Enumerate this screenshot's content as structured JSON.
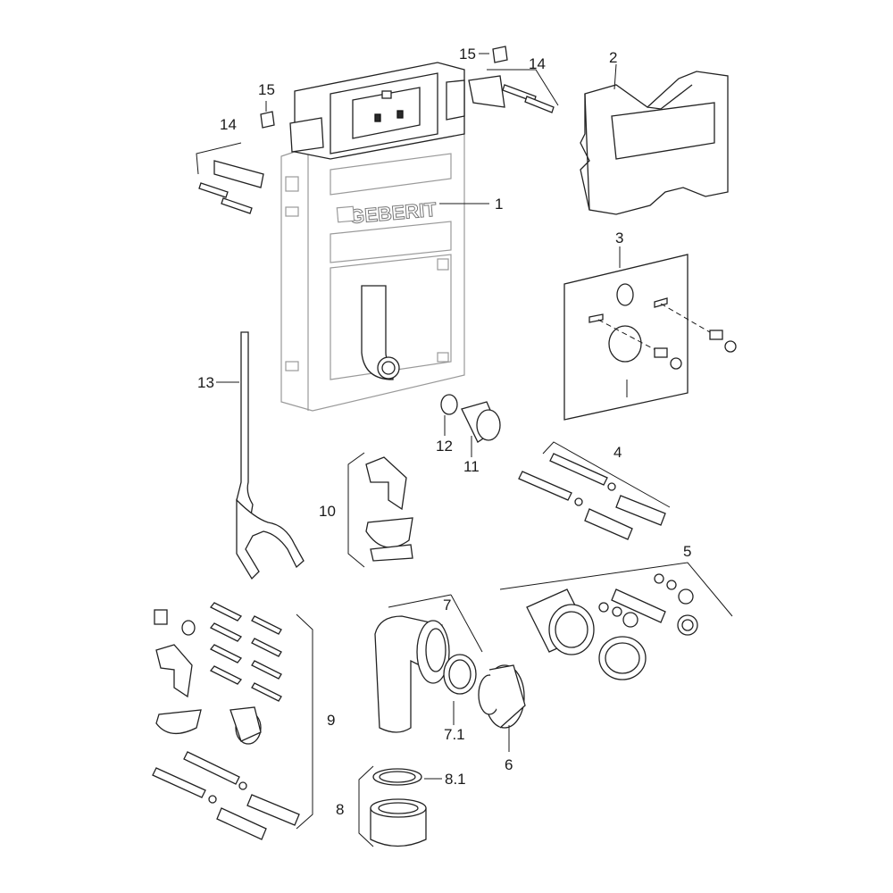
{
  "frame_brand": "GEBERIT",
  "labels": {
    "l1": "1",
    "l2": "2",
    "l3": "3",
    "l4": "4",
    "l5": "5",
    "l6": "6",
    "l7": "7",
    "l7_1": "7.1",
    "l8": "8",
    "l8_1": "8.1",
    "l9": "9",
    "l10": "10",
    "l11": "11",
    "l12": "12",
    "l13": "13",
    "l14_left": "14",
    "l14_right": "14",
    "l15_left": "15",
    "l15_right": "15"
  },
  "colors": {
    "line": "#1a1a1a",
    "frame": "#9a9a9a",
    "fill": "#ffffff"
  }
}
